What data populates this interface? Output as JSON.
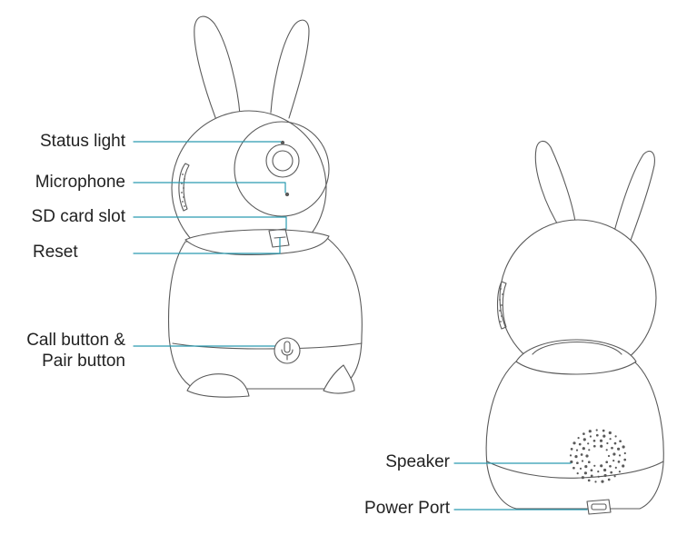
{
  "colors": {
    "outline": "#5a5a5a",
    "leader": "#2a9bb0",
    "text": "#222222",
    "background": "#ffffff"
  },
  "front_view": {
    "labels": {
      "status_light": "Status light",
      "microphone": "Microphone",
      "sd_card_slot": "SD card slot",
      "reset": "Reset",
      "call_button_line1": "Call button &",
      "call_button_line2": "Pair button"
    }
  },
  "back_view": {
    "labels": {
      "speaker": "Speaker",
      "power_port": "Power Port"
    }
  },
  "icons": [
    "microphone-icon",
    "speaker-grille",
    "power-port",
    "side-vent"
  ]
}
